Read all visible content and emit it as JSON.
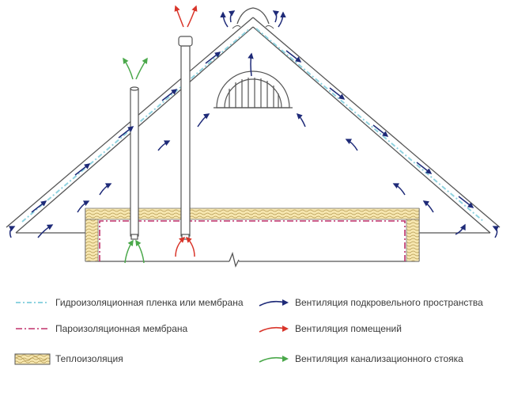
{
  "legend": {
    "waterproof_label": "Гидроизоляционная пленка или мембрана",
    "vapor_label": "Пароизоляционная мембрана",
    "insulation_label": "Теплоизоляция",
    "roof_vent_label": "Вентиляция подкровельного пространства",
    "room_vent_label": "Вентиляция помещений",
    "sewer_vent_label": "Вентиляция канализационного стояка"
  },
  "colors": {
    "outline": "#555555",
    "waterproof": "#8fd3e0",
    "vapor": "#c0306a",
    "insulation_fill": "#f7e7b0",
    "insulation_pattern": "#b59a52",
    "roof_vent_arrow": "#1e2a78",
    "room_vent_arrow": "#d9352a",
    "sewer_vent_arrow": "#4aa84a"
  }
}
